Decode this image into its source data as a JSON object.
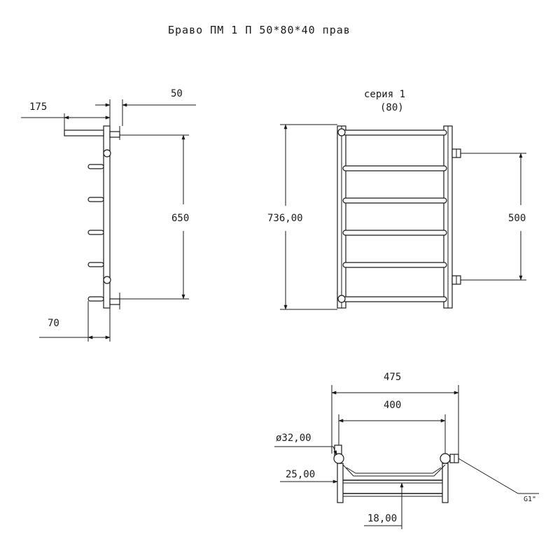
{
  "title": "Браво ПМ 1 П 50*80*40 прав",
  "side_view": {
    "dim_offset": "175",
    "dim_depth": "50",
    "dim_connection": "650",
    "dim_bottom": "70"
  },
  "front_view": {
    "series_label": "серия 1",
    "series_sub": "(80)",
    "dim_height": "736,00",
    "dim_axis": "500"
  },
  "top_view": {
    "dim_total_width": "475",
    "dim_inner_width": "400",
    "dim_pipe_diameter": "ø32,00",
    "dim_bar_offset": "25,00",
    "dim_bar_diameter": "18,00",
    "thread_label": "G1\""
  }
}
